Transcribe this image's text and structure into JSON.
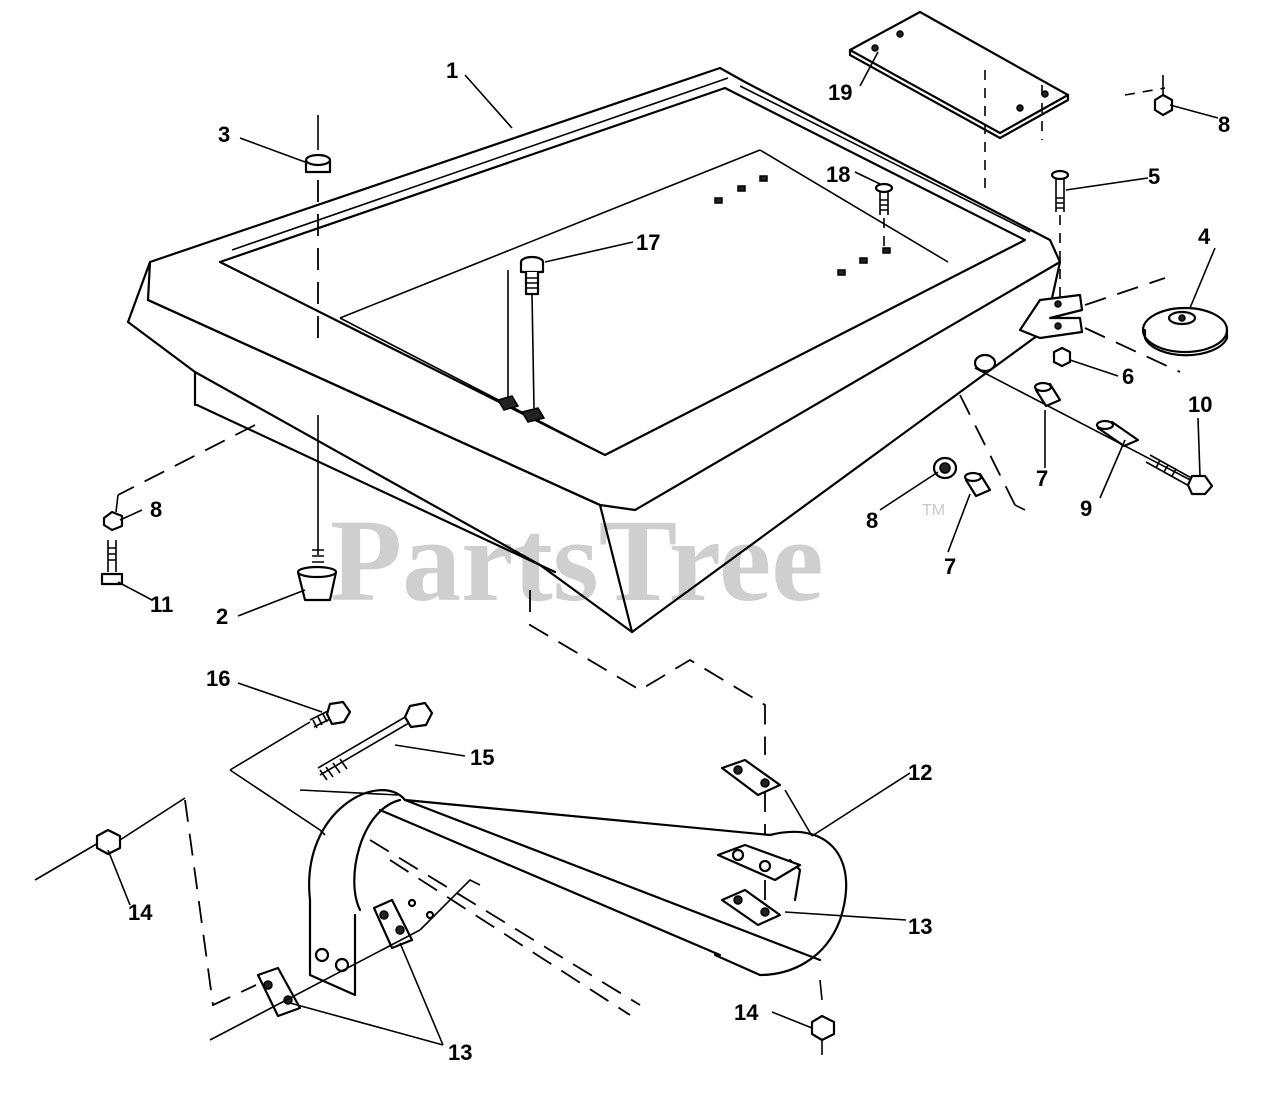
{
  "watermark": {
    "text": "PartsTree",
    "trademark": "TM"
  },
  "callouts": [
    {
      "id": "c1",
      "label": "1"
    },
    {
      "id": "c2",
      "label": "2"
    },
    {
      "id": "c3",
      "label": "3"
    },
    {
      "id": "c4",
      "label": "4"
    },
    {
      "id": "c5",
      "label": "5"
    },
    {
      "id": "c6",
      "label": "6"
    },
    {
      "id": "c7a",
      "label": "7"
    },
    {
      "id": "c7b",
      "label": "7"
    },
    {
      "id": "c8a",
      "label": "8"
    },
    {
      "id": "c8b",
      "label": "8"
    },
    {
      "id": "c8c",
      "label": "8"
    },
    {
      "id": "c9",
      "label": "9"
    },
    {
      "id": "c10",
      "label": "10"
    },
    {
      "id": "c11",
      "label": "11"
    },
    {
      "id": "c12",
      "label": "12"
    },
    {
      "id": "c13a",
      "label": "13"
    },
    {
      "id": "c13b",
      "label": "13"
    },
    {
      "id": "c14a",
      "label": "14"
    },
    {
      "id": "c14b",
      "label": "14"
    },
    {
      "id": "c15",
      "label": "15"
    },
    {
      "id": "c16",
      "label": "16"
    },
    {
      "id": "c17",
      "label": "17"
    },
    {
      "id": "c18",
      "label": "18"
    },
    {
      "id": "c19",
      "label": "19"
    }
  ]
}
